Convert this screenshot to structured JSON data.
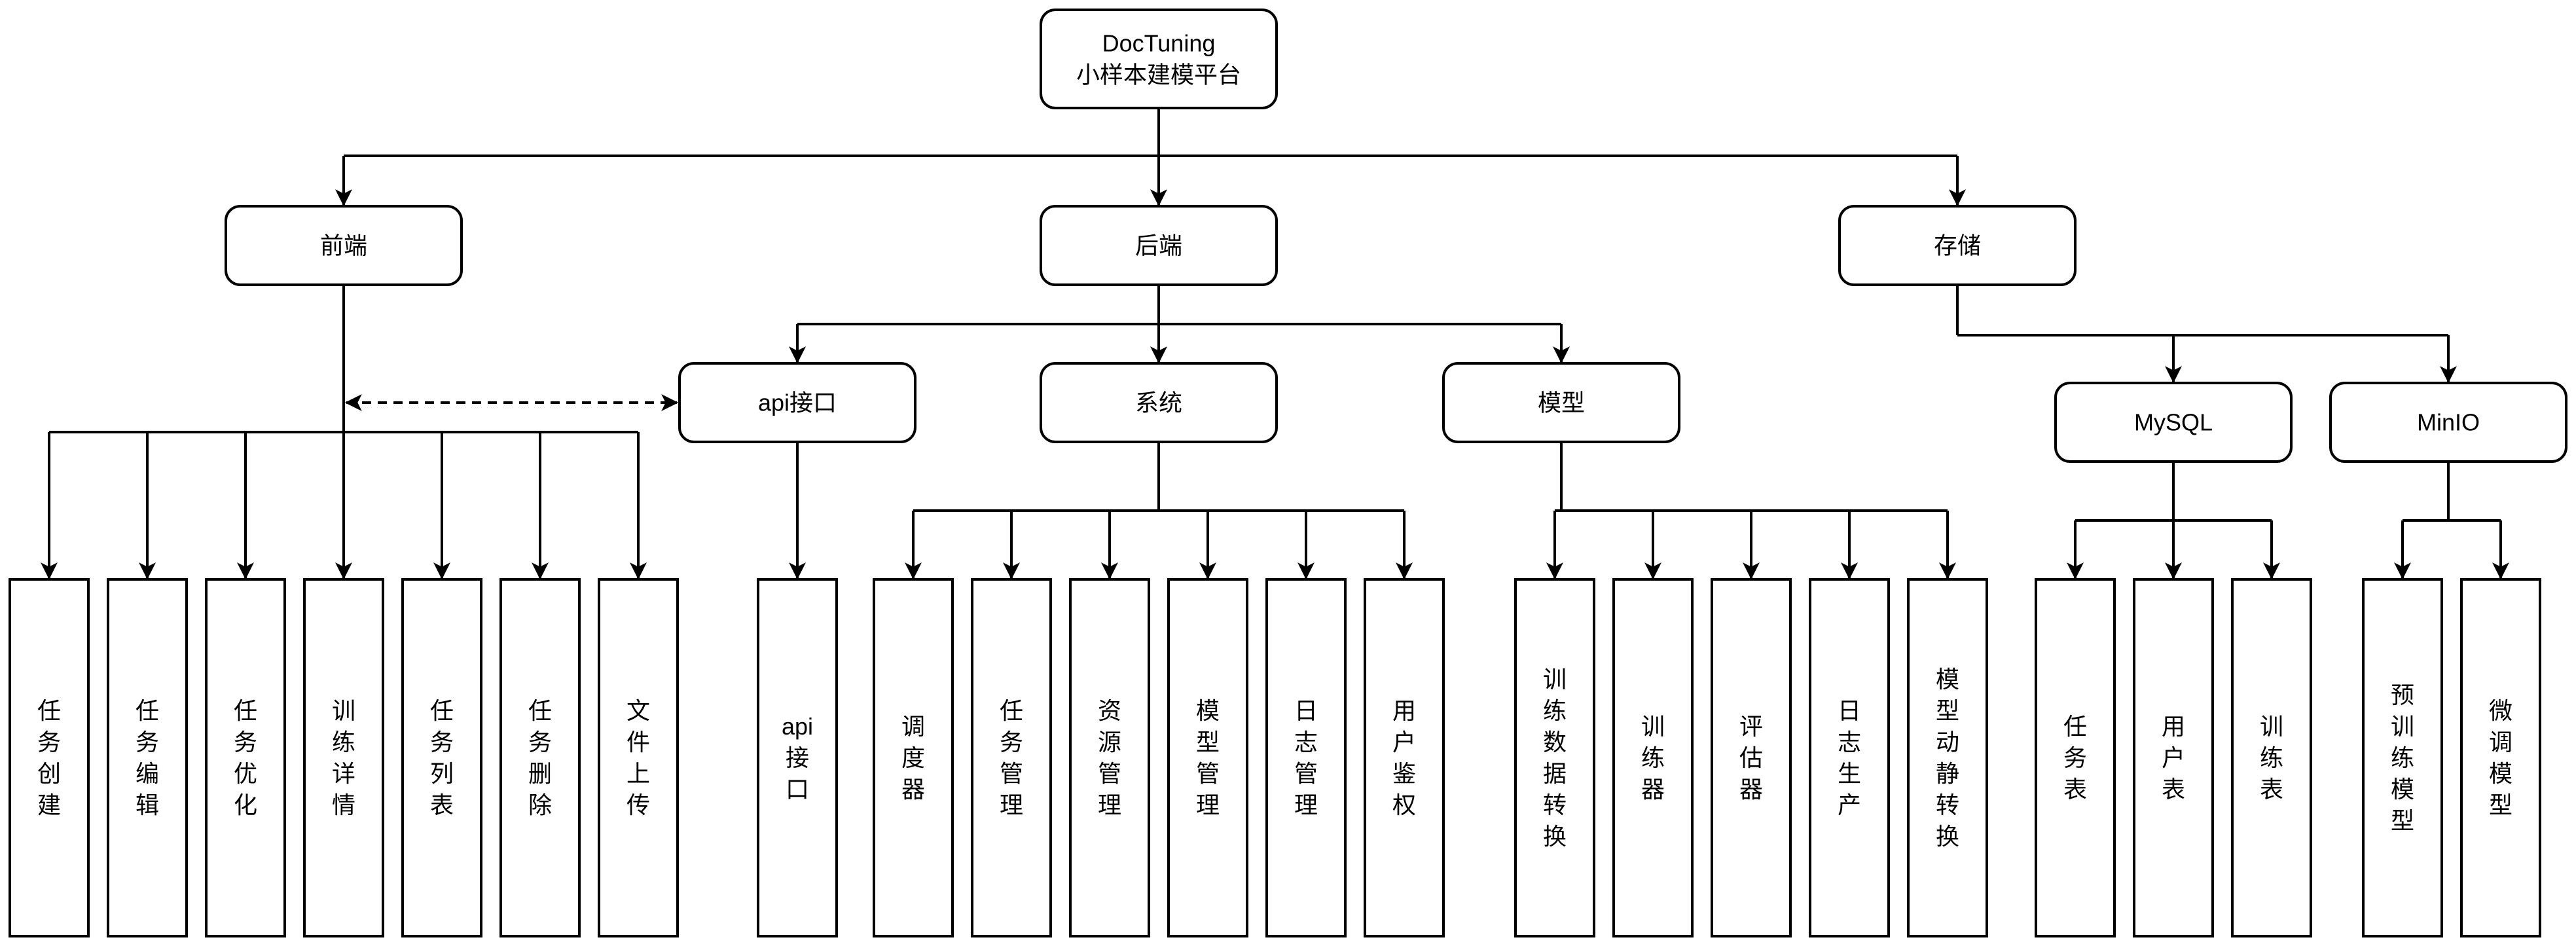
{
  "nodes": {
    "root": {
      "lines": [
        "DocTuning",
        "小样本建模平台"
      ]
    },
    "frontend": {
      "lines": [
        "前端"
      ]
    },
    "backend": {
      "lines": [
        "后端"
      ]
    },
    "storage": {
      "lines": [
        "存储"
      ]
    },
    "api": {
      "lines": [
        "api接口"
      ]
    },
    "system": {
      "lines": [
        "系统"
      ]
    },
    "model": {
      "lines": [
        "模型"
      ]
    },
    "mysql": {
      "lines": [
        "MySQL"
      ]
    },
    "minio": {
      "lines": [
        "MinIO"
      ]
    },
    "fe_task_create": {
      "lines": [
        "任",
        "务",
        "创",
        "建"
      ]
    },
    "fe_task_edit": {
      "lines": [
        "任",
        "务",
        "编",
        "辑"
      ]
    },
    "fe_task_opt": {
      "lines": [
        "任",
        "务",
        "优",
        "化"
      ]
    },
    "fe_train_detail": {
      "lines": [
        "训",
        "练",
        "详",
        "情"
      ]
    },
    "fe_task_list": {
      "lines": [
        "任",
        "务",
        "列",
        "表"
      ]
    },
    "fe_task_delete": {
      "lines": [
        "任",
        "务",
        "删",
        "除"
      ]
    },
    "fe_file_upload": {
      "lines": [
        "文",
        "件",
        "上",
        "传"
      ]
    },
    "api_leaf": {
      "lines": [
        "api",
        "接",
        "口"
      ]
    },
    "sys_scheduler": {
      "lines": [
        "调",
        "度",
        "器"
      ]
    },
    "sys_task_mgmt": {
      "lines": [
        "任",
        "务",
        "管",
        "理"
      ]
    },
    "sys_resource_mgmt": {
      "lines": [
        "资",
        "源",
        "管",
        "理"
      ]
    },
    "sys_model_mgmt": {
      "lines": [
        "模",
        "型",
        "管",
        "理"
      ]
    },
    "sys_log_mgmt": {
      "lines": [
        "日",
        "志",
        "管",
        "理"
      ]
    },
    "sys_auth": {
      "lines": [
        "用",
        "户",
        "鉴",
        "权"
      ]
    },
    "m_data_convert": {
      "lines": [
        "训",
        "练",
        "数",
        "据",
        "转",
        "换"
      ]
    },
    "m_trainer": {
      "lines": [
        "训",
        "练",
        "器"
      ]
    },
    "m_evaluator": {
      "lines": [
        "评",
        "估",
        "器"
      ]
    },
    "m_log_produce": {
      "lines": [
        "日",
        "志",
        "生",
        "产"
      ]
    },
    "m_dyn_static": {
      "lines": [
        "模",
        "型",
        "动",
        "静",
        "转",
        "换"
      ]
    },
    "db_task_table": {
      "lines": [
        "任",
        "务",
        "表"
      ]
    },
    "db_user_table": {
      "lines": [
        "用",
        "户",
        "表"
      ]
    },
    "db_train_table": {
      "lines": [
        "训",
        "练",
        "表"
      ]
    },
    "minio_pretrained": {
      "lines": [
        "预",
        "训",
        "练",
        "模",
        "型"
      ]
    },
    "minio_finetuned": {
      "lines": [
        "微",
        "调",
        "模",
        "型"
      ]
    }
  },
  "edges": [
    {
      "from": "root",
      "to": "frontend"
    },
    {
      "from": "root",
      "to": "backend"
    },
    {
      "from": "root",
      "to": "storage"
    },
    {
      "from": "backend",
      "to": "api"
    },
    {
      "from": "backend",
      "to": "system"
    },
    {
      "from": "backend",
      "to": "model"
    },
    {
      "from": "storage",
      "to": "mysql"
    },
    {
      "from": "storage",
      "to": "minio"
    },
    {
      "from": "frontend",
      "to": "fe_task_create"
    },
    {
      "from": "frontend",
      "to": "fe_task_edit"
    },
    {
      "from": "frontend",
      "to": "fe_task_opt"
    },
    {
      "from": "frontend",
      "to": "fe_train_detail"
    },
    {
      "from": "frontend",
      "to": "fe_task_list"
    },
    {
      "from": "frontend",
      "to": "fe_task_delete"
    },
    {
      "from": "frontend",
      "to": "fe_file_upload"
    },
    {
      "from": "api",
      "to": "api_leaf"
    },
    {
      "from": "system",
      "to": "sys_scheduler"
    },
    {
      "from": "system",
      "to": "sys_task_mgmt"
    },
    {
      "from": "system",
      "to": "sys_resource_mgmt"
    },
    {
      "from": "system",
      "to": "sys_model_mgmt"
    },
    {
      "from": "system",
      "to": "sys_log_mgmt"
    },
    {
      "from": "system",
      "to": "sys_auth"
    },
    {
      "from": "model",
      "to": "m_data_convert"
    },
    {
      "from": "model",
      "to": "m_trainer"
    },
    {
      "from": "model",
      "to": "m_evaluator"
    },
    {
      "from": "model",
      "to": "m_log_produce"
    },
    {
      "from": "model",
      "to": "m_dyn_static"
    },
    {
      "from": "mysql",
      "to": "db_task_table"
    },
    {
      "from": "mysql",
      "to": "db_user_table"
    },
    {
      "from": "mysql",
      "to": "db_train_table"
    },
    {
      "from": "minio",
      "to": "minio_pretrained"
    },
    {
      "from": "minio",
      "to": "minio_finetuned"
    },
    {
      "from": "frontend",
      "to": "api",
      "style": "dashed",
      "bidirectional": true
    }
  ]
}
